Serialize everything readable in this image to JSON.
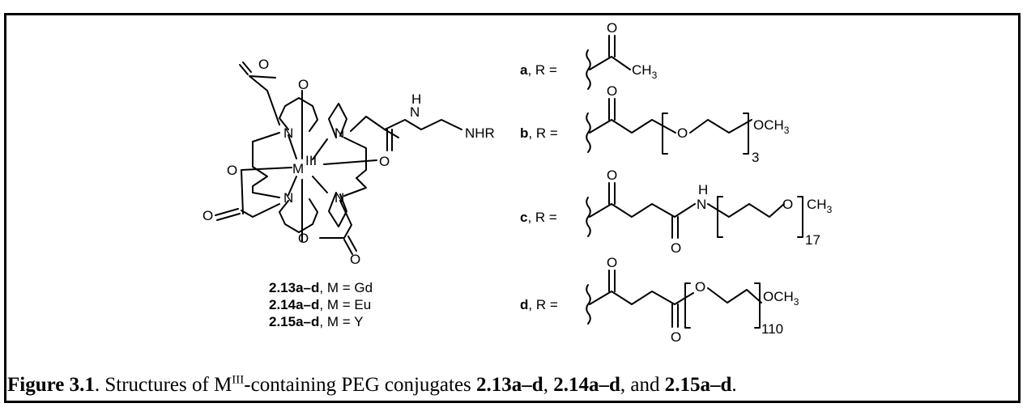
{
  "caption": {
    "label": "Figure 3.1",
    "text_before": ". Structures of M",
    "superscript": "III",
    "text_mid": "-containing PEG conjugates ",
    "compound_1": "2.13a–d",
    "sep_1": ", ",
    "compound_2": "2.14a–d",
    "sep_2": ", and ",
    "compound_3": "2.15a–d",
    "end": "."
  },
  "core": {
    "metal_symbol": "M",
    "metal_oxidation": "III",
    "nitrogen": "N",
    "oxygen": "O",
    "nh_n": "N",
    "nh_h": "H",
    "nhr": "NHR"
  },
  "complexes": [
    {
      "id": "2.13a–d",
      "rest": ", M = Gd"
    },
    {
      "id": "2.14a–d",
      "rest": ", M = Eu"
    },
    {
      "id": "2.15a–d",
      "rest": ", M = Y"
    }
  ],
  "substituents": [
    {
      "letter": "a",
      "eq": ", R =",
      "atoms": {
        "o1": "O",
        "ch3": "CH",
        "ch3_sub": "3"
      }
    },
    {
      "letter": "b",
      "eq": ", R =",
      "atoms": {
        "o1": "O",
        "o2": "O",
        "repeat": "3",
        "end": "OCH",
        "end_sub": "3"
      }
    },
    {
      "letter": "c",
      "eq": ", R =",
      "atoms": {
        "o1": "O",
        "o2": "O",
        "n": "N",
        "h": "H",
        "o3": "O",
        "repeat": "17",
        "end": "CH",
        "end_sub": "3"
      }
    },
    {
      "letter": "d",
      "eq": ", R =",
      "atoms": {
        "o1": "O",
        "o2": "O",
        "o3": "O",
        "repeat": "110",
        "end": "OCH",
        "end_sub": "3"
      }
    }
  ]
}
